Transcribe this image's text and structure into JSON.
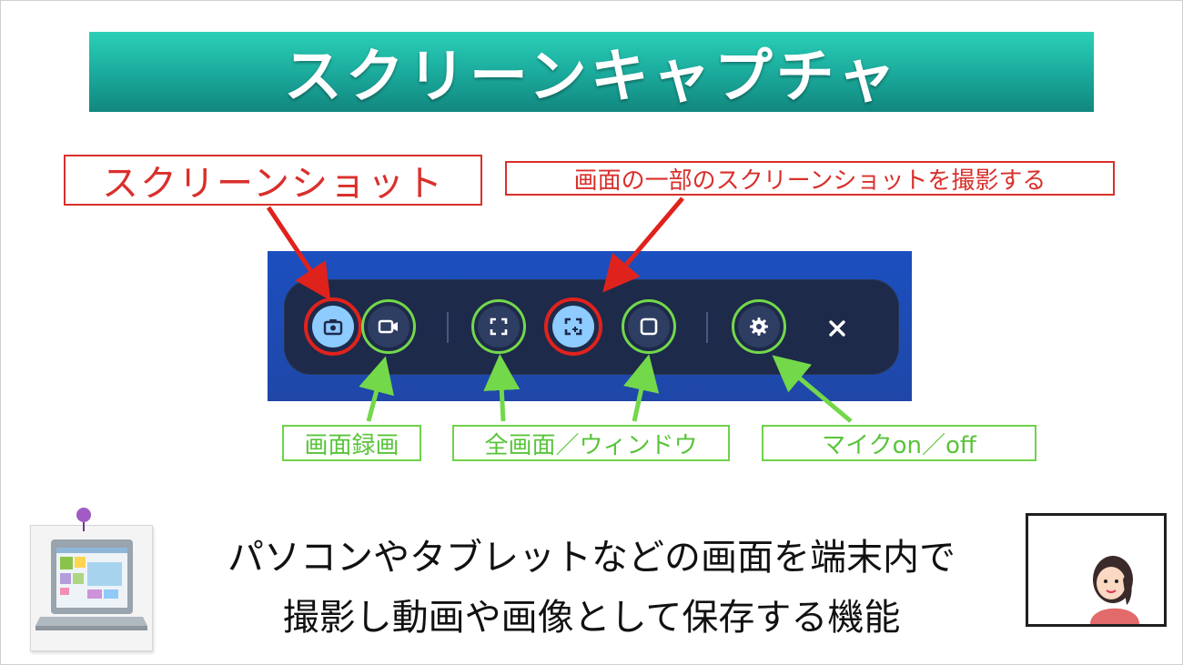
{
  "slide": {
    "title": "スクリーンキャプチャ",
    "description_line1": "パソコンやタブレットなどの画面を端末内で",
    "description_line2": "撮影し動画や画像として保存する機能"
  },
  "callouts": {
    "screenshot": "スクリーンショット",
    "partial_screenshot": "画面の一部のスクリーンショットを撮影する",
    "screen_record": "画面録画",
    "fullscreen_window": "全画面／ウィンドウ",
    "mic_toggle": "マイクon／off"
  },
  "toolbar": {
    "buttons": [
      {
        "name": "screenshot-mode",
        "icon": "camera-icon",
        "active": true,
        "highlight": "red"
      },
      {
        "name": "screen-record-mode",
        "icon": "video-camera-icon",
        "active": false,
        "highlight": "green"
      },
      {
        "name": "fullscreen-capture",
        "icon": "fullscreen-corners-icon",
        "active": false,
        "highlight": "green"
      },
      {
        "name": "partial-capture",
        "icon": "partial-selection-icon",
        "active": true,
        "highlight": "red"
      },
      {
        "name": "window-capture",
        "icon": "window-icon",
        "active": false,
        "highlight": "green"
      },
      {
        "name": "settings",
        "icon": "gear-icon",
        "active": false,
        "highlight": "green"
      },
      {
        "name": "close",
        "icon": "close-icon",
        "active": false,
        "highlight": "none"
      }
    ]
  },
  "colors": {
    "title_gradient_top": "#2ad0b8",
    "title_gradient_bottom": "#12877f",
    "callout_red": "#d9302c",
    "callout_green": "#6fd24a",
    "toolbar_bg": "#1d2a4a",
    "panel_bg": "#1c4fbf",
    "active_button": "#8ecbff"
  }
}
